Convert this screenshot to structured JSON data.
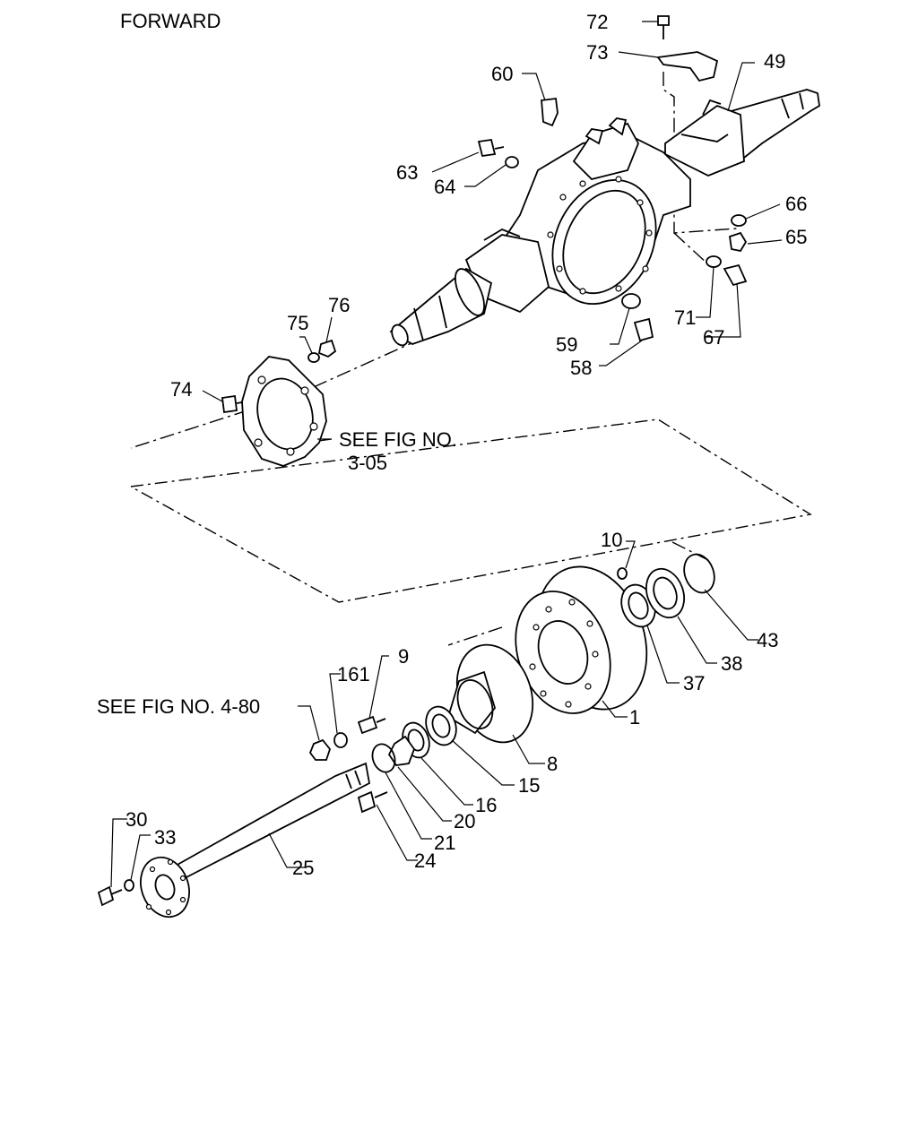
{
  "heading": "FORWARD",
  "references": {
    "hub_flange": [
      "SEE FIG NO.",
      "3-05"
    ],
    "wheel_nut": "SEE FIG NO. 4-80"
  },
  "callouts": [
    "72",
    "73",
    "49",
    "60",
    "63",
    "64",
    "66",
    "65",
    "71",
    "67",
    "59",
    "58",
    "75",
    "76",
    "74",
    "10",
    "43",
    "38",
    "37",
    "1",
    "9",
    "161",
    "8",
    "15",
    "16",
    "20",
    "21",
    "24",
    "25",
    "30",
    "33"
  ]
}
